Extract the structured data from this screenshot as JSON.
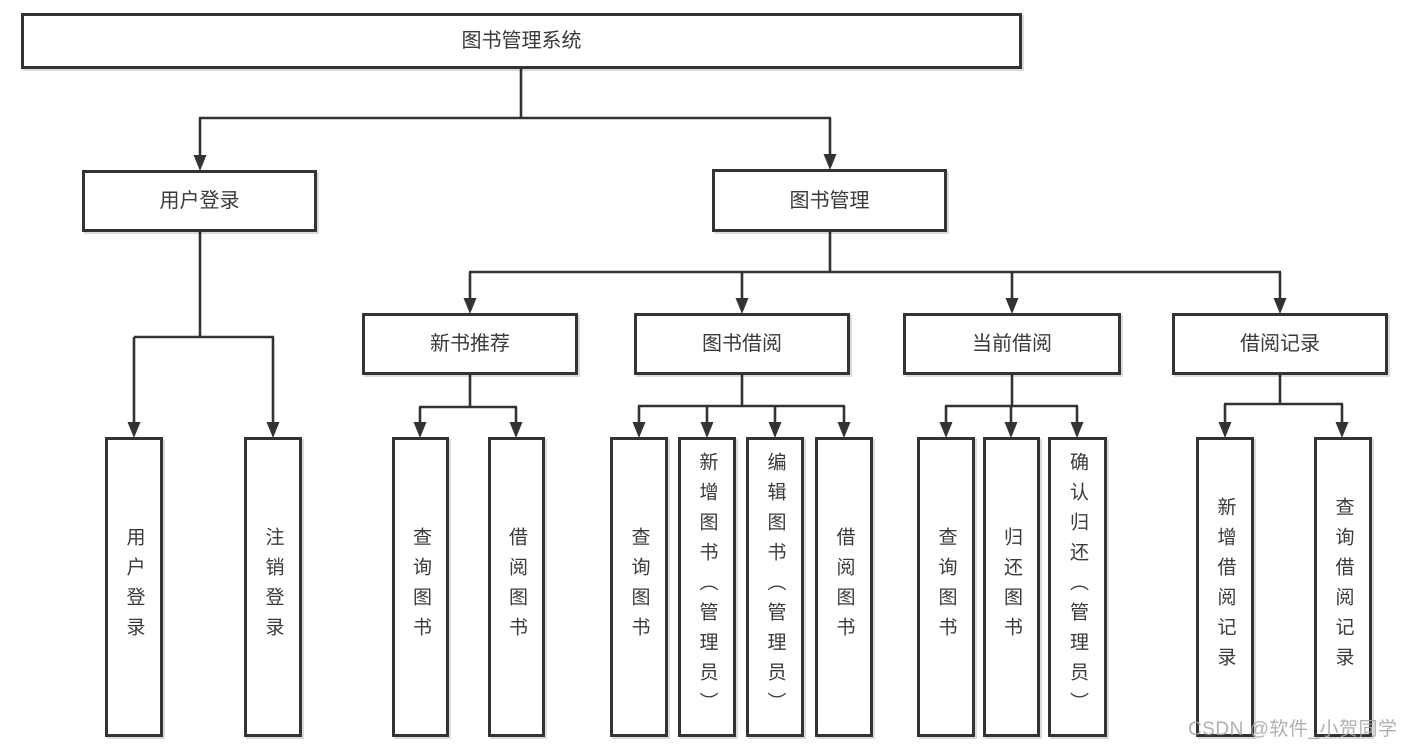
{
  "diagram": {
    "tree": {
      "root": "图书管理系统",
      "children": [
        {
          "label": "用户登录",
          "children": [
            {
              "label": "用户登录"
            },
            {
              "label": "注销登录"
            }
          ]
        },
        {
          "label": "图书管理",
          "children": [
            {
              "label": "新书推荐",
              "children": [
                {
                  "label": "查询图书"
                },
                {
                  "label": "借阅图书"
                }
              ]
            },
            {
              "label": "图书借阅",
              "children": [
                {
                  "label": "查询图书"
                },
                {
                  "label": "新增图书（管理员）"
                },
                {
                  "label": "编辑图书（管理员）"
                },
                {
                  "label": "借阅图书"
                }
              ]
            },
            {
              "label": "当前借阅",
              "children": [
                {
                  "label": "查询图书"
                },
                {
                  "label": "归还图书"
                },
                {
                  "label": "确认归还（管理员）"
                }
              ]
            },
            {
              "label": "借阅记录",
              "children": [
                {
                  "label": "新增借阅记录"
                },
                {
                  "label": "查询借阅记录"
                }
              ]
            }
          ]
        }
      ]
    },
    "watermark": {
      "text": "CSDN @软件_小贺同学"
    },
    "colors": {
      "line": "#333333",
      "box_border": "#333333",
      "text": "#3a3a3a",
      "watermark": "#a5a5a5",
      "background": "#ffffff"
    }
  }
}
